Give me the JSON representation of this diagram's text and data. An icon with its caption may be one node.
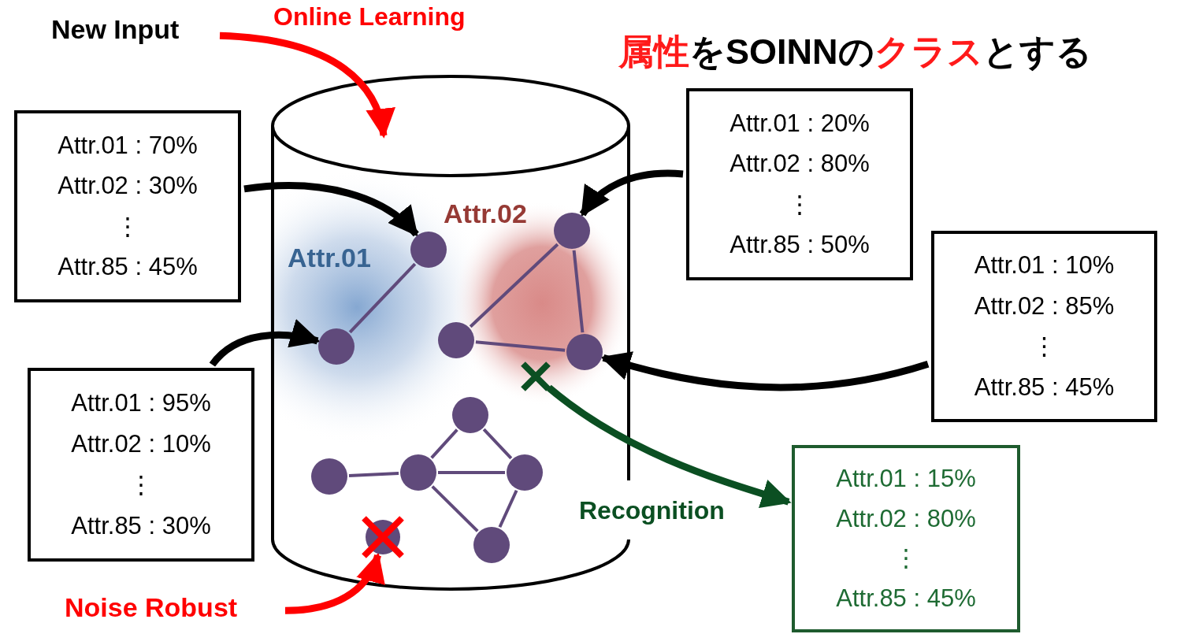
{
  "diagram": {
    "title": "属性をSOINNのクラスとする",
    "nodes": [
      {
        "text": [
          "New Input"
        ]
      },
      {
        "text": [],
        "shape": "cylinder"
      },
      {
        "text": [
          "Attr.01 : 70%",
          "Attr.02 : 30%",
          "⋮",
          "Attr.85 : 45%"
        ]
      },
      {
        "text": [
          "Attr.01 : 95%",
          "Attr.02 : 10%",
          "⋮",
          "Attr.85 : 30%"
        ]
      },
      {
        "text": [
          "Attr.01 : 20%",
          "Attr.02 : 80%",
          "⋮",
          "Attr.85 : 50%"
        ]
      },
      {
        "text": [
          "Attr.01 : 10%",
          "Attr.02 : 85%",
          "⋮",
          "Attr.85 : 45%"
        ]
      },
      {
        "text": [
          "Attr.01 : 15%",
          "Attr.02 : 80%",
          "⋮",
          "Attr.85 : 45%"
        ]
      },
      {
        "text": [],
        "shape": "circle",
        "in": 1
      },
      {
        "text": [],
        "shape": "circle",
        "in": 1
      },
      {
        "text": [],
        "shape": "circle",
        "in": 1
      },
      {
        "text": [],
        "shape": "circle",
        "in": 1
      },
      {
        "text": [],
        "shape": "circle",
        "in": 1
      },
      {
        "text": [],
        "shape": "cross",
        "in": 1
      },
      {
        "text": [],
        "shape": "circle",
        "in": 1
      },
      {
        "text": [],
        "shape": "circle",
        "in": 1
      },
      {
        "text": [],
        "shape": "circle",
        "in": 1
      },
      {
        "text": [],
        "shape": "circle",
        "in": 1
      },
      {
        "text": [],
        "shape": "circle",
        "in": 1
      },
      {
        "text": [],
        "shape": "circle",
        "in": 1
      },
      {
        "text": [
          "Noise Robust"
        ]
      }
    ],
    "edges": [
      {
        "from": 0,
        "to": 1,
        "arrow": "to",
        "label": "Online Learning",
        "style": "thick",
        "color": "#ff0000"
      },
      {
        "from": 2,
        "to": 7,
        "arrow": "to",
        "style": "thick",
        "color": "#000000"
      },
      {
        "from": 3,
        "to": 8,
        "arrow": "to",
        "style": "thick",
        "color": "#000000"
      },
      {
        "from": 4,
        "to": 9,
        "arrow": "to",
        "style": "thick",
        "color": "#000000"
      },
      {
        "from": 5,
        "to": 11,
        "arrow": "to",
        "style": "thick",
        "color": "#000000"
      },
      {
        "from": 12,
        "to": 6,
        "arrow": "to",
        "label": "Recognition",
        "style": "thick",
        "color": "#0b4f22"
      },
      {
        "from": 19,
        "to": 18,
        "arrow": "to",
        "style": "thick",
        "color": "#ff0000"
      },
      {
        "from": 7,
        "to": 8,
        "arrow": "none"
      },
      {
        "from": 9,
        "to": 10,
        "arrow": "none"
      },
      {
        "from": 9,
        "to": 11,
        "arrow": "none"
      },
      {
        "from": 10,
        "to": 11,
        "arrow": "none"
      },
      {
        "from": 13,
        "to": 14,
        "arrow": "none"
      },
      {
        "from": 14,
        "to": 15,
        "arrow": "none"
      },
      {
        "from": 15,
        "to": 16,
        "arrow": "none"
      },
      {
        "from": 14,
        "to": 16,
        "arrow": "none"
      },
      {
        "from": 14,
        "to": 17,
        "arrow": "none"
      },
      {
        "from": 16,
        "to": 17,
        "arrow": "none"
      }
    ],
    "labels": [
      "Attr.01",
      "Attr.02"
    ]
  }
}
